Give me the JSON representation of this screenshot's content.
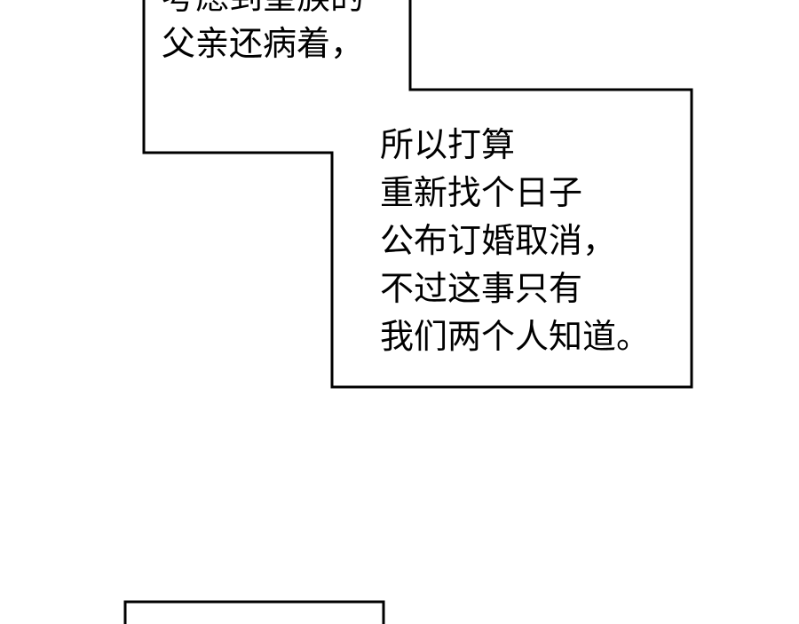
{
  "bubble_top": {
    "lines": [
      "考虑到皇族的",
      "父亲还病着，"
    ]
  },
  "bubble_main": {
    "lines": [
      "所以打算",
      "重新找个日子",
      "公布订婚取消，",
      "不过这事只有",
      "我们两个人知道。"
    ]
  },
  "bubble_bottom": {
    "lines": []
  },
  "colors": {
    "background": "#ffffff",
    "ink": "#000000"
  }
}
